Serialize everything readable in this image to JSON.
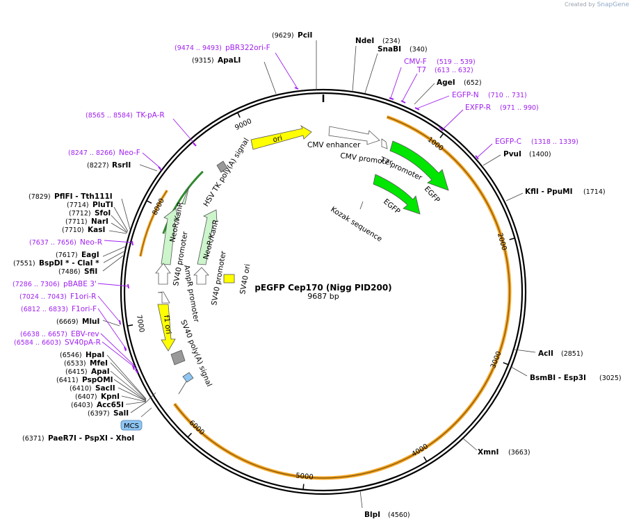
{
  "credit": {
    "prefix": "Created by",
    "brand": "SnapGene"
  },
  "plasmid": {
    "name": "pEGFP Cep170 (Nigg PID200)",
    "length": "9687 bp",
    "total": 9687
  },
  "ticks": [
    {
      "pos": 1000,
      "label": "1000"
    },
    {
      "pos": 2000,
      "label": "2000"
    },
    {
      "pos": 3000,
      "label": "3000"
    },
    {
      "pos": 4000,
      "label": "4000"
    },
    {
      "pos": 5000,
      "label": "5000"
    },
    {
      "pos": 6000,
      "label": "6000"
    },
    {
      "pos": 7000,
      "label": "7000"
    },
    {
      "pos": 8000,
      "label": "8000"
    },
    {
      "pos": 9000,
      "label": "9000"
    }
  ],
  "sites": [
    {
      "name": "PciI",
      "pos": "(9629)"
    },
    {
      "name": "NdeI",
      "pos": "(234)"
    },
    {
      "name": "SnaBI",
      "pos": "(340)"
    },
    {
      "name": "ApaLI",
      "pos": "(9315)"
    },
    {
      "name": "AgeI",
      "pos": "(652)"
    },
    {
      "name": "PvuI",
      "pos": "(1400)"
    },
    {
      "name": "KflI - PpuMI",
      "pos": "(1714)"
    },
    {
      "name": "RsrII",
      "pos": "(8227)"
    },
    {
      "name": "PflFI - Tth111I",
      "pos": "(7829)"
    },
    {
      "name": "PluTI",
      "pos": "(7714)"
    },
    {
      "name": "SfoI",
      "pos": "(7712)"
    },
    {
      "name": "NarI",
      "pos": "(7711)"
    },
    {
      "name": "KasI",
      "pos": "(7710)"
    },
    {
      "name": "EagI",
      "pos": "(7617)"
    },
    {
      "name": "BspDI * - ClaI *",
      "pos": "(7551)"
    },
    {
      "name": "SfiI",
      "pos": "(7486)"
    },
    {
      "name": "MluI",
      "pos": "(6669)"
    },
    {
      "name": "HpaI",
      "pos": "(6546)"
    },
    {
      "name": "MfeI",
      "pos": "(6533)"
    },
    {
      "name": "ApaI",
      "pos": "(6415)"
    },
    {
      "name": "PspOMI",
      "pos": "(6411)"
    },
    {
      "name": "SacII",
      "pos": "(6410)"
    },
    {
      "name": "KpnI",
      "pos": "(6407)"
    },
    {
      "name": "Acc65I",
      "pos": "(6403)"
    },
    {
      "name": "SalI",
      "pos": "(6397)"
    },
    {
      "name": "PaeR7I - PspXI - XhoI",
      "pos": "(6371)"
    },
    {
      "name": "AclI",
      "pos": "(2851)"
    },
    {
      "name": "BsmBI - Esp3I",
      "pos": "(3025)"
    },
    {
      "name": "XmnI",
      "pos": "(3663)"
    },
    {
      "name": "BlpI",
      "pos": "(4560)"
    }
  ],
  "primers": [
    {
      "name": "pBR322ori-F",
      "pos": "(9474 .. 9493)"
    },
    {
      "name": "CMV-F",
      "pos": "(519 .. 539)"
    },
    {
      "name": "T7",
      "pos": "(613 .. 632)"
    },
    {
      "name": "EGFP-N",
      "pos": "(710 .. 731)"
    },
    {
      "name": "EXFP-R",
      "pos": "(971 .. 990)"
    },
    {
      "name": "EGFP-C",
      "pos": "(1318 .. 1339)"
    },
    {
      "name": "TK-pA-R",
      "pos": "(8565 .. 8584)"
    },
    {
      "name": "Neo-F",
      "pos": "(8247 .. 8266)"
    },
    {
      "name": "Neo-R",
      "pos": "(7637 .. 7656)"
    },
    {
      "name": "pBABE 3'",
      "pos": "(7286 .. 7306)"
    },
    {
      "name": "F1ori-R",
      "pos": "(7024 .. 7043)"
    },
    {
      "name": "F1ori-F",
      "pos": "(6812 .. 6833)"
    },
    {
      "name": "EBV-rev",
      "pos": "(6638 .. 6657)"
    },
    {
      "name": "SV40pA-R",
      "pos": "(6584 .. 6603)"
    }
  ],
  "features": {
    "ori": "ori",
    "cmv_enhancer": "CMV enhancer",
    "cmv_promoter": "CMV promoter",
    "t7_promoter": "T7 promoter",
    "egfp1": "EGFP",
    "egfp2": "EGFP",
    "kozak": "Kozak sequence",
    "hsv_tk": "HSV TK poly(A) signal",
    "neo1": "NeoR/KanR",
    "neo2": "NeoR/KanR",
    "sv40_promoter1": "SV40 promoter",
    "sv40_promoter2": "SV40 promoter",
    "sv40_ori": "SV40 ori",
    "ampr_promoter": "AmpR promoter",
    "f1_ori": "f1 ori",
    "sv40_polya": "SV40 poly(A) signal",
    "mcs": "MCS"
  },
  "colors": {
    "backbone": "#000000",
    "orange_arc": "#f5a623",
    "primer": "#a020f0",
    "egfp": "#00e600",
    "neo": "#ccf5cc",
    "ori": "#ffff00",
    "gray": "#999999",
    "mcs": "#8ec5f2"
  }
}
